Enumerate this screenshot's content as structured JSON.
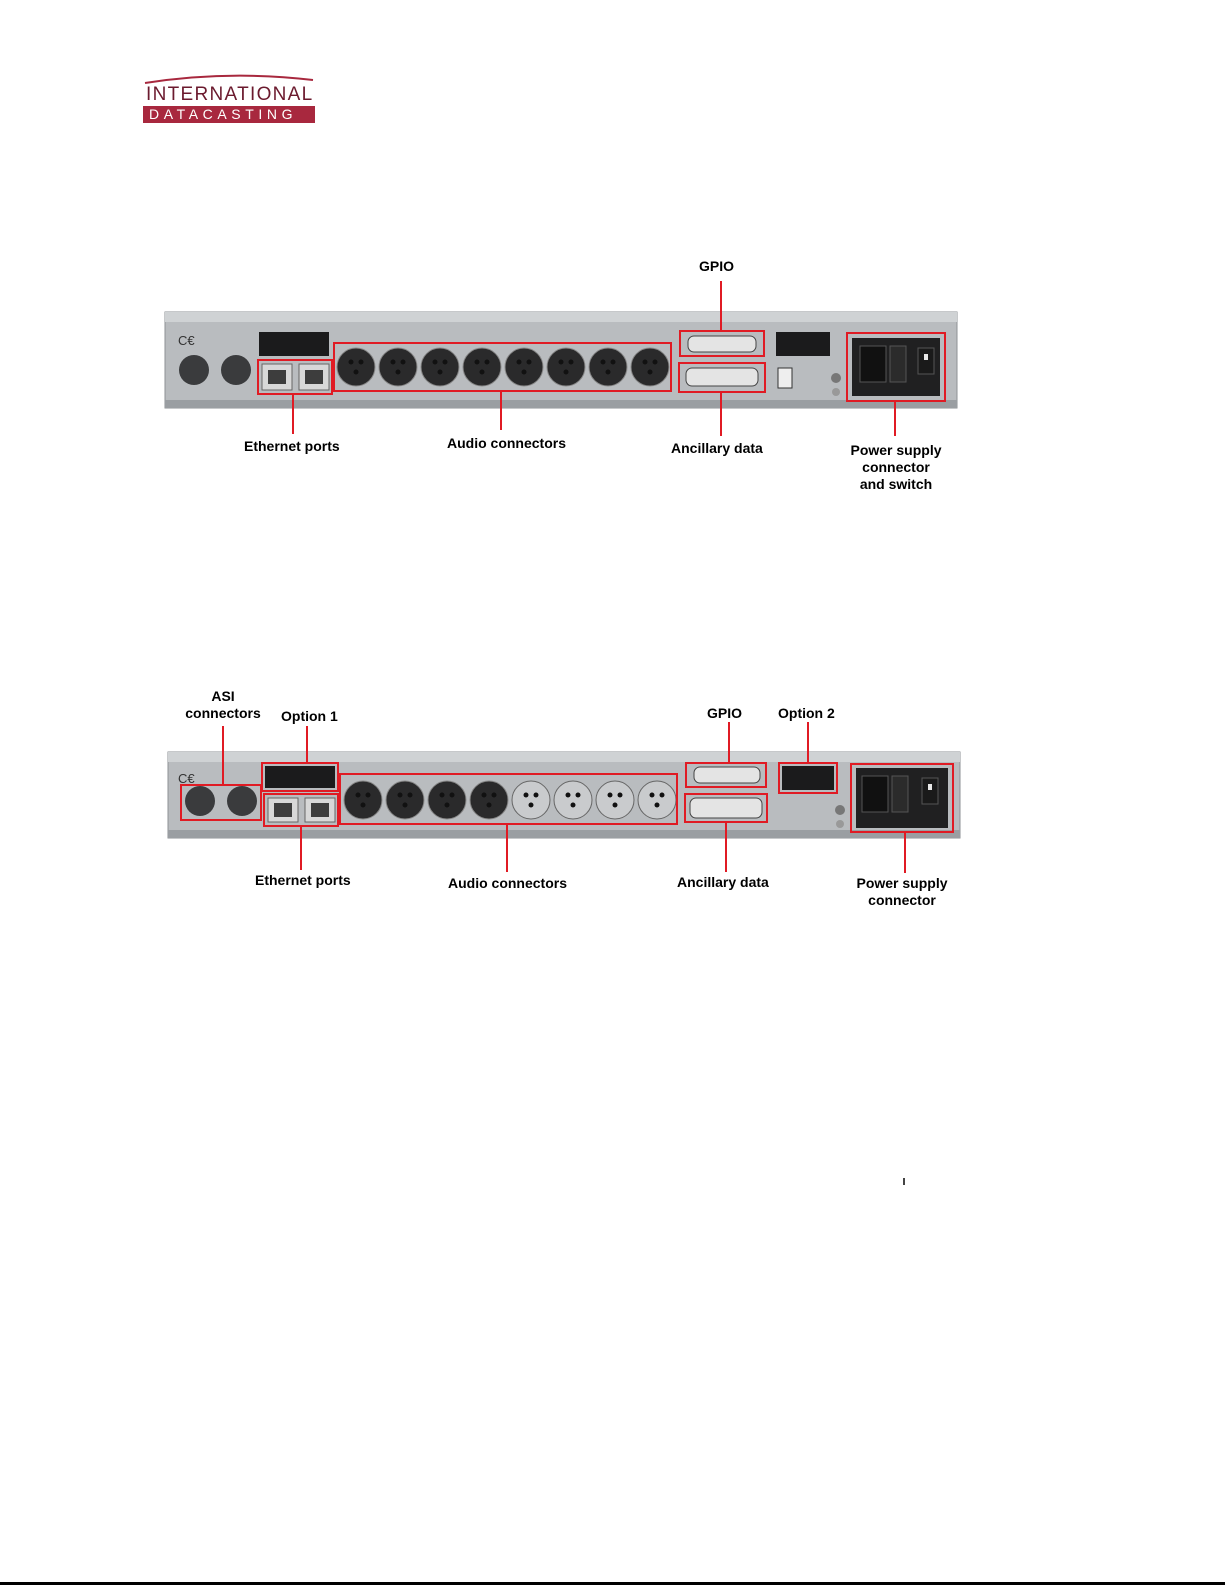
{
  "logo": {
    "line1": "INTERNATIONAL",
    "line2": "DATACASTING"
  },
  "panel1": {
    "callouts": {
      "gpio": "GPIO",
      "ethernet": "Ethernet ports",
      "audio": "Audio connectors",
      "ancillary": "Ancillary data",
      "power": "Power supply\nconnector\nand switch"
    }
  },
  "panel2": {
    "callouts": {
      "asi": "ASI\nconnectors",
      "option1": "Option 1",
      "gpio": "GPIO",
      "option2": "Option 2",
      "ethernet": "Ethernet ports",
      "audio": "Audio connectors",
      "ancillary": "Ancillary data",
      "power": "Power supply\nconnector"
    }
  },
  "colors": {
    "highlight": "#e01b24",
    "chassis": "#b9bcbf",
    "brand": "#a8283e"
  }
}
